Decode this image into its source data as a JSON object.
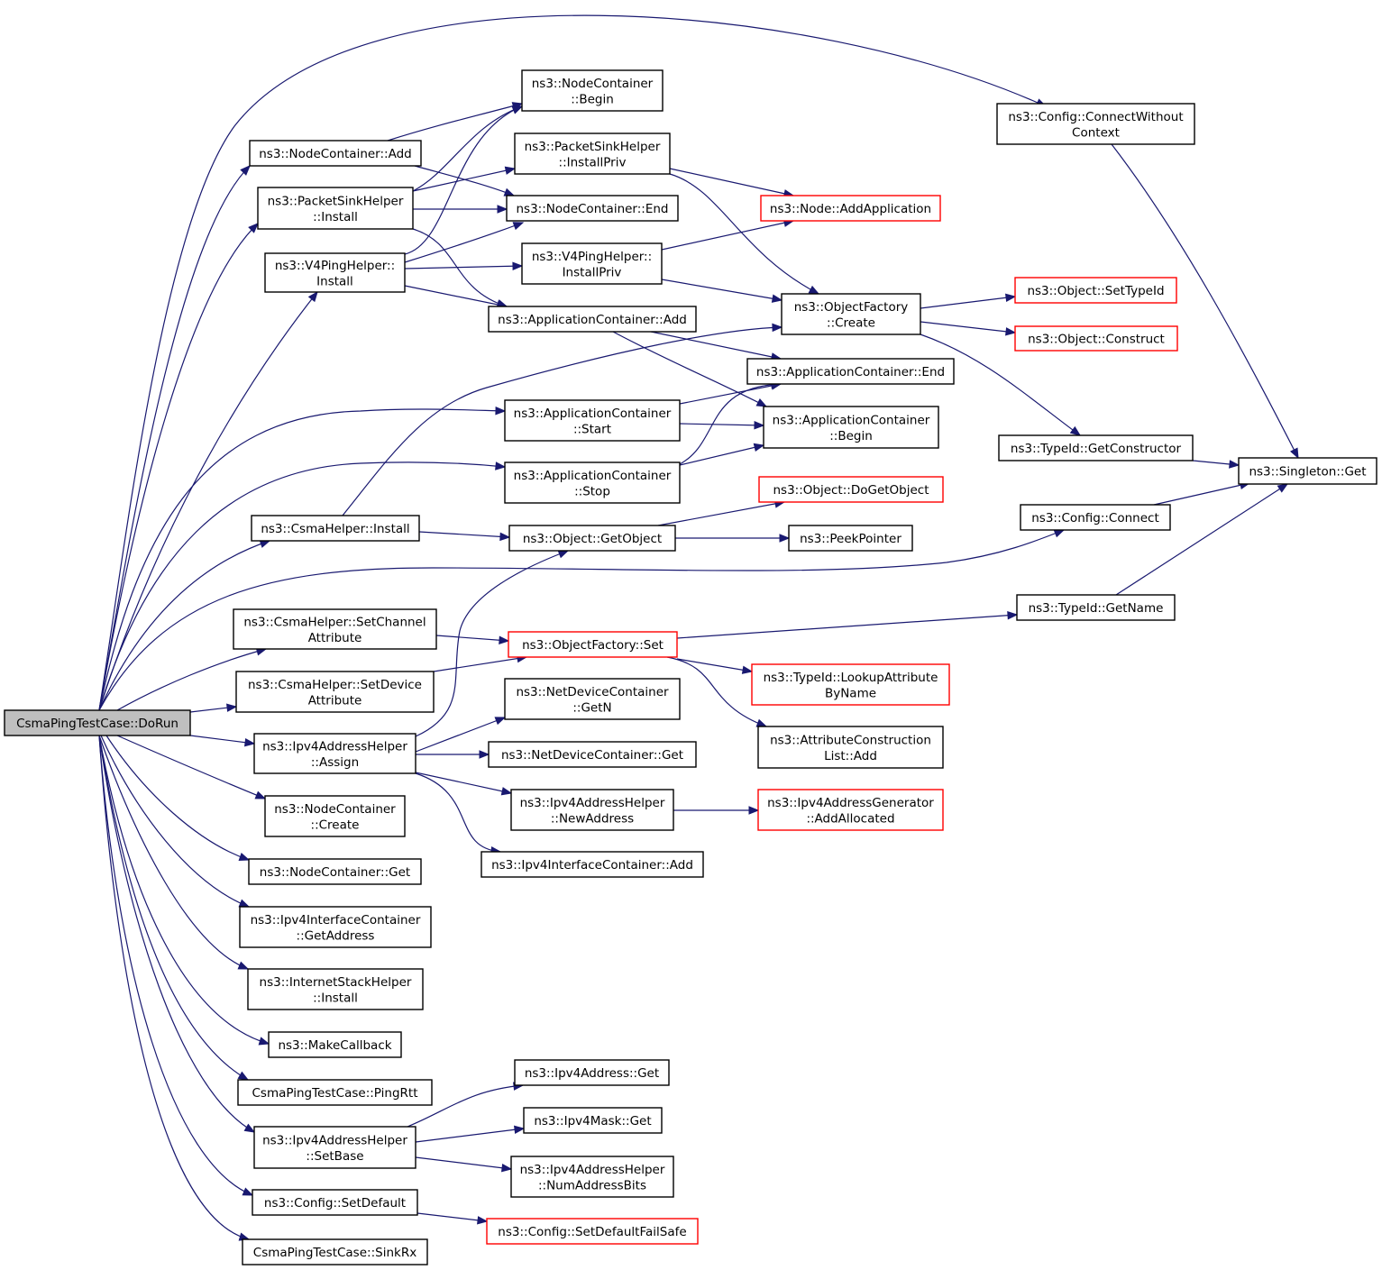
{
  "graph": {
    "root": "CsmaPingTestCase::DoRun",
    "colors": {
      "edge": "#191970",
      "box_border": "#000000",
      "external_border": "#ff0000",
      "root_fill": "#bfbfbf"
    },
    "nodes": [
      {
        "id": "dorun",
        "lines": [
          "CsmaPingTestCase::DoRun"
        ],
        "style": "root"
      },
      {
        "id": "nc_add",
        "lines": [
          "ns3::NodeContainer::Add"
        ]
      },
      {
        "id": "psh_install",
        "lines": [
          "ns3::PacketSinkHelper",
          "::Install"
        ]
      },
      {
        "id": "v4_install",
        "lines": [
          "ns3::V4PingHelper::",
          "Install"
        ]
      },
      {
        "id": "ac_start",
        "lines": [
          "ns3::ApplicationContainer",
          "::Start"
        ]
      },
      {
        "id": "ac_stop",
        "lines": [
          "ns3::ApplicationContainer",
          "::Stop"
        ]
      },
      {
        "id": "csma_install",
        "lines": [
          "ns3::CsmaHelper::Install"
        ]
      },
      {
        "id": "csma_setchan",
        "lines": [
          "ns3::CsmaHelper::SetChannel",
          "Attribute"
        ]
      },
      {
        "id": "csma_setdev",
        "lines": [
          "ns3::CsmaHelper::SetDevice",
          "Attribute"
        ]
      },
      {
        "id": "ipv4ah_assign",
        "lines": [
          "ns3::Ipv4AddressHelper",
          "::Assign"
        ]
      },
      {
        "id": "nc_create",
        "lines": [
          "ns3::NodeContainer",
          "::Create"
        ]
      },
      {
        "id": "nc_get",
        "lines": [
          "ns3::NodeContainer::Get"
        ]
      },
      {
        "id": "ipv4ic_getaddr",
        "lines": [
          "ns3::Ipv4InterfaceContainer",
          "::GetAddress"
        ]
      },
      {
        "id": "ish_install",
        "lines": [
          "ns3::InternetStackHelper",
          "::Install"
        ]
      },
      {
        "id": "makecallback",
        "lines": [
          "ns3::MakeCallback"
        ]
      },
      {
        "id": "pingrtt",
        "lines": [
          "CsmaPingTestCase::PingRtt"
        ]
      },
      {
        "id": "ipv4ah_setbase",
        "lines": [
          "ns3::Ipv4AddressHelper",
          "::SetBase"
        ]
      },
      {
        "id": "cfg_setdefault",
        "lines": [
          "ns3::Config::SetDefault"
        ]
      },
      {
        "id": "sinkrx",
        "lines": [
          "CsmaPingTestCase::SinkRx"
        ]
      },
      {
        "id": "nc_begin",
        "lines": [
          "ns3::NodeContainer",
          "::Begin"
        ]
      },
      {
        "id": "psh_installpriv",
        "lines": [
          "ns3::PacketSinkHelper",
          "::InstallPriv"
        ]
      },
      {
        "id": "nc_end",
        "lines": [
          "ns3::NodeContainer::End"
        ]
      },
      {
        "id": "v4_installpriv",
        "lines": [
          "ns3::V4PingHelper::",
          "InstallPriv"
        ]
      },
      {
        "id": "ac_add",
        "lines": [
          "ns3::ApplicationContainer::Add"
        ]
      },
      {
        "id": "obj_getobject",
        "lines": [
          "ns3::Object::GetObject"
        ]
      },
      {
        "id": "of_set",
        "lines": [
          "ns3::ObjectFactory::Set"
        ],
        "style": "external"
      },
      {
        "id": "ndc_getn",
        "lines": [
          "ns3::NetDeviceContainer",
          "::GetN"
        ]
      },
      {
        "id": "ndc_get",
        "lines": [
          "ns3::NetDeviceContainer::Get"
        ]
      },
      {
        "id": "ipv4ah_newaddr",
        "lines": [
          "ns3::Ipv4AddressHelper",
          "::NewAddress"
        ]
      },
      {
        "id": "ipv4ic_add",
        "lines": [
          "ns3::Ipv4InterfaceContainer::Add"
        ]
      },
      {
        "id": "ipv4addr_get",
        "lines": [
          "ns3::Ipv4Address::Get"
        ]
      },
      {
        "id": "ipv4mask_get",
        "lines": [
          "ns3::Ipv4Mask::Get"
        ]
      },
      {
        "id": "ipv4ah_numbits",
        "lines": [
          "ns3::Ipv4AddressHelper",
          "::NumAddressBits"
        ]
      },
      {
        "id": "cfg_setdefaultfs",
        "lines": [
          "ns3::Config::SetDefaultFailSafe"
        ],
        "style": "external"
      },
      {
        "id": "node_addapp",
        "lines": [
          "ns3::Node::AddApplication"
        ],
        "style": "external"
      },
      {
        "id": "of_create",
        "lines": [
          "ns3::ObjectFactory",
          "::Create"
        ]
      },
      {
        "id": "ac_end",
        "lines": [
          "ns3::ApplicationContainer::End"
        ]
      },
      {
        "id": "ac_begin",
        "lines": [
          "ns3::ApplicationContainer",
          "::Begin"
        ]
      },
      {
        "id": "obj_dogetobject",
        "lines": [
          "ns3::Object::DoGetObject"
        ],
        "style": "external"
      },
      {
        "id": "peekpointer",
        "lines": [
          "ns3::PeekPointer"
        ]
      },
      {
        "id": "typeid_lookup",
        "lines": [
          "ns3::TypeId::LookupAttribute",
          "ByName"
        ],
        "style": "external"
      },
      {
        "id": "acl_add",
        "lines": [
          "ns3::AttributeConstruction",
          "List::Add"
        ]
      },
      {
        "id": "ipv4ag_addalloc",
        "lines": [
          "ns3::Ipv4AddressGenerator",
          "::AddAllocated"
        ],
        "style": "external"
      },
      {
        "id": "cfg_connectwoc",
        "lines": [
          "ns3::Config::ConnectWithout",
          "Context"
        ]
      },
      {
        "id": "obj_settypeid",
        "lines": [
          "ns3::Object::SetTypeId"
        ],
        "style": "external"
      },
      {
        "id": "obj_construct",
        "lines": [
          "ns3::Object::Construct"
        ],
        "style": "external"
      },
      {
        "id": "typeid_getctor",
        "lines": [
          "ns3::TypeId::GetConstructor"
        ]
      },
      {
        "id": "cfg_connect",
        "lines": [
          "ns3::Config::Connect"
        ]
      },
      {
        "id": "typeid_getname",
        "lines": [
          "ns3::TypeId::GetName"
        ]
      },
      {
        "id": "singleton_get",
        "lines": [
          "ns3::Singleton::Get"
        ]
      }
    ]
  }
}
